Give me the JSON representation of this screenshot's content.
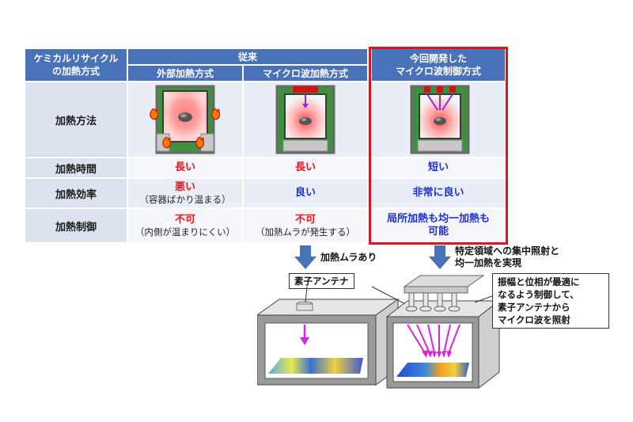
{
  "table": {
    "corner_header": [
      "ケミカルリサイクル",
      "の加熱方式"
    ],
    "group_header": "従来",
    "col_external": "外部加熱方式",
    "col_microwave": "マイクロ波加熱方式",
    "col_new": [
      "今回開発した",
      "マイクロ波制御方式"
    ],
    "rows": [
      {
        "label": "加熱方法"
      },
      {
        "label": "加熱時間",
        "external": {
          "main": "長い"
        },
        "microwave": {
          "main": "長い"
        },
        "new": {
          "main": "短い"
        }
      },
      {
        "label": "加熱効率",
        "external": {
          "main": "悪い",
          "sub": "（容器ばかり温まる）"
        },
        "microwave": {
          "main": "良い"
        },
        "new": {
          "main": "非常に良い"
        }
      },
      {
        "label": "加熱制御",
        "external": {
          "main": "不可",
          "sub": "（内側が温まりにくい）"
        },
        "microwave": {
          "main": "不可",
          "sub": "（加熱ムラが発生する）"
        },
        "new": {
          "main": [
            "局所加熱も均一加熱も",
            "可能"
          ]
        }
      }
    ]
  },
  "lower": {
    "left_arrow_label": "加熱ムラあり",
    "right_arrow_label": [
      "特定領域への集中照射と",
      "均一加熱を実現"
    ],
    "antenna_callout": "素子アンテナ",
    "control_callout": [
      "振幅と位相が最適に",
      "なるよう制御して、",
      "素子アンテナから",
      "マイクロ波を照射"
    ]
  },
  "colors": {
    "header_blue": "#4a72b8",
    "highlight_red": "#e0141c",
    "arrow_blue": "#4a72b8",
    "irradiation_magenta": "#e020e0",
    "text_red": "#e8141a",
    "text_blue": "#1f2fd6"
  }
}
